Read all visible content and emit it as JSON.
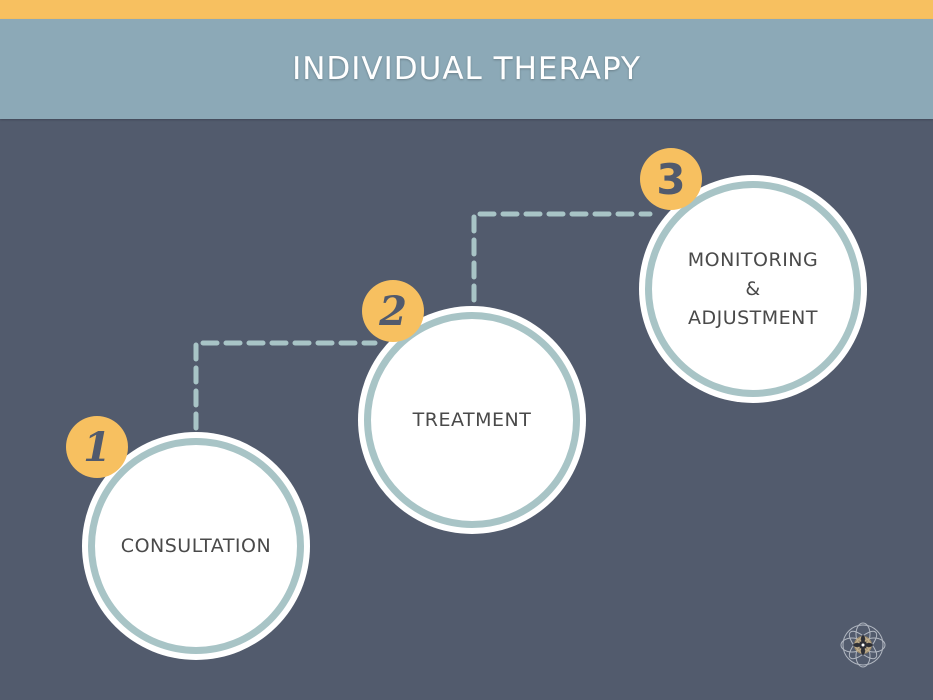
{
  "header": {
    "title": "INDIVIDUAL THERAPY"
  },
  "colors": {
    "top_bar": "#f7c060",
    "header_bg": "#8ca9b7",
    "background": "#525b6d",
    "ring": "#a8c4c6",
    "badge": "#f7c060",
    "badge_text": "#515a6d",
    "label_text": "#4a4a4a"
  },
  "steps": [
    {
      "number": "1",
      "label": "CONSULTATION"
    },
    {
      "number": "2",
      "label": "TREATMENT"
    },
    {
      "number": "3",
      "label_line1": "MONITORING",
      "label_line2": "&",
      "label_line3": "ADJUSTMENT"
    }
  ],
  "logo": {
    "icon": "mandala-logo-icon"
  }
}
